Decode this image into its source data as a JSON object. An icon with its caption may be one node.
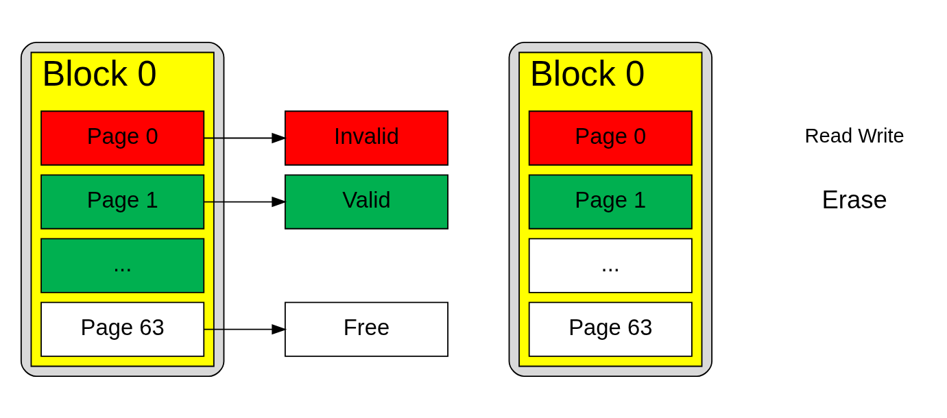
{
  "diagram": {
    "nodes": [
      {
        "text": [],
        "shape": "box"
      },
      {
        "text": [
          "Block 0"
        ],
        "in": 0
      },
      {
        "text": [
          "Page 0"
        ],
        "in": 1
      },
      {
        "text": [
          "Page 1"
        ],
        "in": 1
      },
      {
        "text": [
          "..."
        ],
        "in": 1
      },
      {
        "text": [
          "Page 63"
        ],
        "in": 1
      },
      {
        "text": [
          "Invalid"
        ]
      },
      {
        "text": [
          "Valid"
        ]
      },
      {
        "text": [
          "Free"
        ]
      },
      {
        "text": [],
        "shape": "box"
      },
      {
        "text": [
          "Block 0"
        ],
        "in": 9
      },
      {
        "text": [
          "Page 0"
        ],
        "in": 10
      },
      {
        "text": [
          "Page 1"
        ],
        "in": 10
      },
      {
        "text": [
          "..."
        ],
        "in": 10
      },
      {
        "text": [
          "Page 63"
        ],
        "in": 10
      }
    ],
    "edges": [
      {
        "from": 2,
        "to": 6,
        "arrow": "to"
      },
      {
        "from": 3,
        "to": 7,
        "arrow": "to"
      },
      {
        "from": 5,
        "to": 8,
        "arrow": "to"
      }
    ],
    "labels": [
      "Read Write",
      "Erase"
    ]
  }
}
